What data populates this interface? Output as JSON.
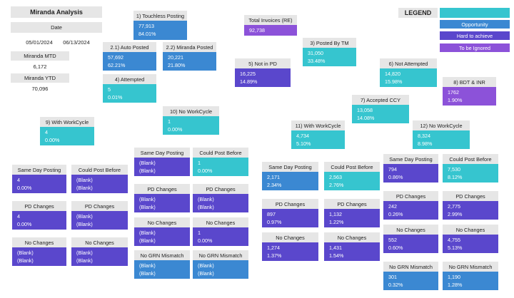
{
  "header": {
    "title": "Miranda Analysis",
    "date_label": "Date",
    "date_start": "05/01/2024",
    "date_end": "06/13/2024",
    "mtd_label": "Miranda MTD",
    "mtd_value": "6,172",
    "ytd_label": "Miranda YTD",
    "ytd_value": "70,096"
  },
  "legend": {
    "title": "LEGEND",
    "items": [
      "",
      "Opportunity",
      "Hard to achieve",
      "To be  Ignored"
    ],
    "colors": [
      "#36c5cf",
      "#3b88d2",
      "#5a47cc",
      "#8c52d9"
    ]
  },
  "cards": {
    "touchless": {
      "label": "1) Touchless Posting",
      "v1": "77,913",
      "v2": "84.01%"
    },
    "total_invoices": {
      "label": "Total Invoices (RE)",
      "v1": "92,738",
      "v2": ""
    },
    "auto_posted": {
      "label": "2.1) Auto Posted",
      "v1": "57,692",
      "v2": "62.21%"
    },
    "miranda_posted": {
      "label": "2.2) Miranda Posted",
      "v1": "20,221",
      "v2": "21.80%"
    },
    "posted_by_tm": {
      "label": "3) Posted By TM",
      "v1": "31,050",
      "v2": "33.48%"
    },
    "not_in_pd": {
      "label": "5) Not in PD",
      "v1": "16,225",
      "v2": "14.89%"
    },
    "not_attempted": {
      "label": "6) Not Attempted",
      "v1": "14,820",
      "v2": "15.98%"
    },
    "bdt_inr": {
      "label": "8) BDT & INR",
      "v1": "1762",
      "v2": "1.90%"
    },
    "attempted": {
      "label": "4) Attempted",
      "v1": "5",
      "v2": "0.01%"
    },
    "accepted_ccy": {
      "label": "7) Accepted CCY",
      "v1": "13,058",
      "v2": "14.08%"
    },
    "no_workcycle_10": {
      "label": "10) No WorkCycle",
      "v1": "1",
      "v2": "0.00%"
    },
    "with_workcycle_9": {
      "label": "9) With WorkCycle",
      "v1": "4",
      "v2": "0.00%"
    },
    "with_workcycle_11": {
      "label": "11) With WorkCycle",
      "v1": "4,734",
      "v2": "5.10%"
    },
    "no_workcycle_12": {
      "label": "12) No WorkCycle",
      "v1": "8,324",
      "v2": "8.98%"
    },
    "a_sdp": {
      "label": "Same Day Posting",
      "v1": "4",
      "v2": "0.00%"
    },
    "a_cpb": {
      "label": "Could Post Before",
      "v1": "(Blank)",
      "v2": "(Blank)"
    },
    "a_pdc1": {
      "label": "PD Changes",
      "v1": "4",
      "v2": "0.00%"
    },
    "a_pdc2": {
      "label": "PD Changes",
      "v1": "(Blank)",
      "v2": "(Blank)"
    },
    "a_nc1": {
      "label": "No Changes",
      "v1": "(Blank)",
      "v2": "(Blank)"
    },
    "a_nc2": {
      "label": "No Changes",
      "v1": "(Blank)",
      "v2": "(Blank)"
    },
    "b_sdp": {
      "label": "Same Day Posting",
      "v1": "(Blank)",
      "v2": "(Blank)"
    },
    "b_cpb": {
      "label": "Could Post Before",
      "v1": "1",
      "v2": "0.00%"
    },
    "b_pdc1": {
      "label": "PD Changes",
      "v1": "(Blank)",
      "v2": "(Blank)"
    },
    "b_pdc2": {
      "label": "PD Changes",
      "v1": "(Blank)",
      "v2": "(Blank)"
    },
    "b_nc1": {
      "label": "No Changes",
      "v1": "(Blank)",
      "v2": "(Blank)"
    },
    "b_nc2": {
      "label": "No Changes",
      "v1": "1",
      "v2": "0.00%"
    },
    "b_ngm1": {
      "label": "No GRN Mismatch",
      "v1": "(Blank)",
      "v2": "(Blank)"
    },
    "b_ngm2": {
      "label": "No GRN Mismatch",
      "v1": "(Blank)",
      "v2": "(Blank)"
    },
    "c_sdp": {
      "label": "Same Day Posting",
      "v1": "2,171",
      "v2": "2.34%"
    },
    "c_cpb": {
      "label": "Could Post Before",
      "v1": "2,563",
      "v2": "2.76%"
    },
    "c_pdc1": {
      "label": "PD Changes",
      "v1": "897",
      "v2": "0.97%"
    },
    "c_pdc2": {
      "label": "PD Changes",
      "v1": "1,132",
      "v2": "1.22%"
    },
    "c_nc1": {
      "label": "No Changes",
      "v1": "1,274",
      "v2": "1.37%"
    },
    "c_nc2": {
      "label": "No Changes",
      "v1": "1,431",
      "v2": "1.54%"
    },
    "d_sdp": {
      "label": "Same Day Posting",
      "v1": "794",
      "v2": "0.86%"
    },
    "d_cpb": {
      "label": "Could Post Before",
      "v1": "7,530",
      "v2": "8.12%"
    },
    "d_pdc1": {
      "label": "PD Changes",
      "v1": "242",
      "v2": "0.26%"
    },
    "d_pdc2": {
      "label": "PD Changes",
      "v1": "2,775",
      "v2": "2.99%"
    },
    "d_nc1": {
      "label": "No Changes",
      "v1": "552",
      "v2": "0.60%"
    },
    "d_nc2": {
      "label": "No Changes",
      "v1": "4,755",
      "v2": "5.13%"
    },
    "d_ngm1": {
      "label": "No GRN Mismatch",
      "v1": "301",
      "v2": "0.32%"
    },
    "d_ngm2": {
      "label": "No GRN Mismatch",
      "v1": "1,190",
      "v2": "1.28%"
    }
  }
}
